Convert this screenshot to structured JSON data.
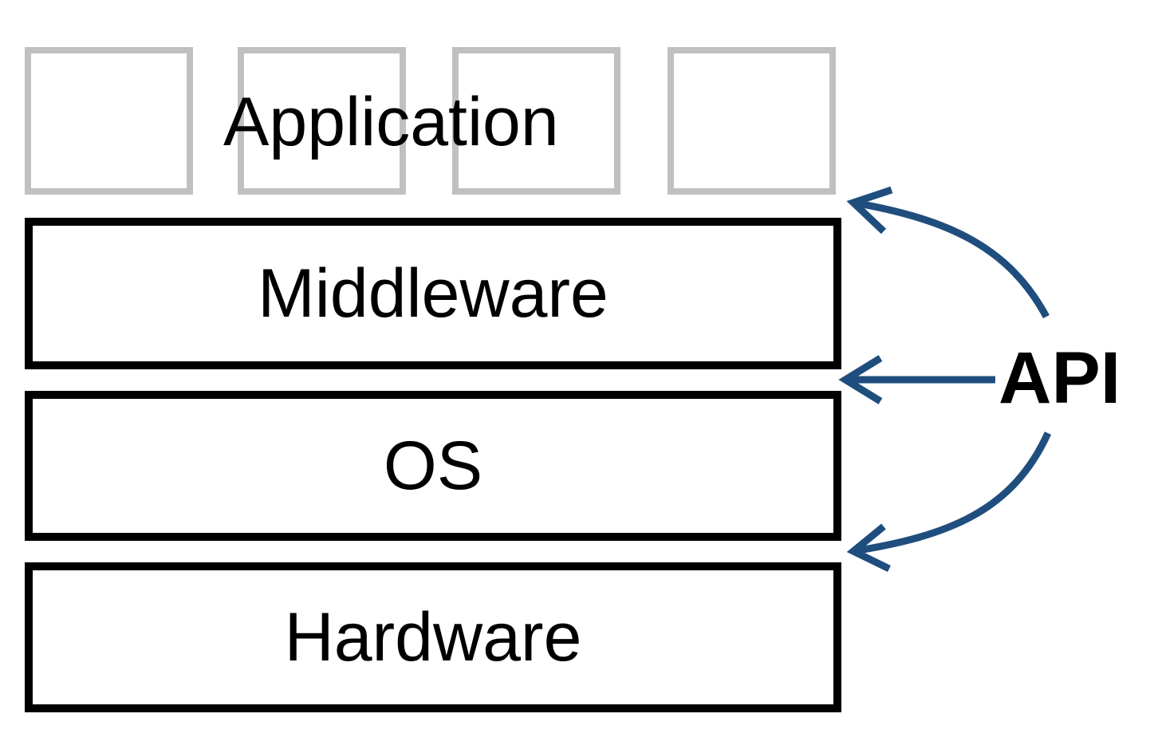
{
  "layers": {
    "application": "Application",
    "middleware": "Middleware",
    "os": "OS",
    "hardware": "Hardware"
  },
  "api_label": "API",
  "colors": {
    "arrow": "#1f4e7e",
    "layer_border": "#000000",
    "app_box_border": "#c0c0c0"
  }
}
